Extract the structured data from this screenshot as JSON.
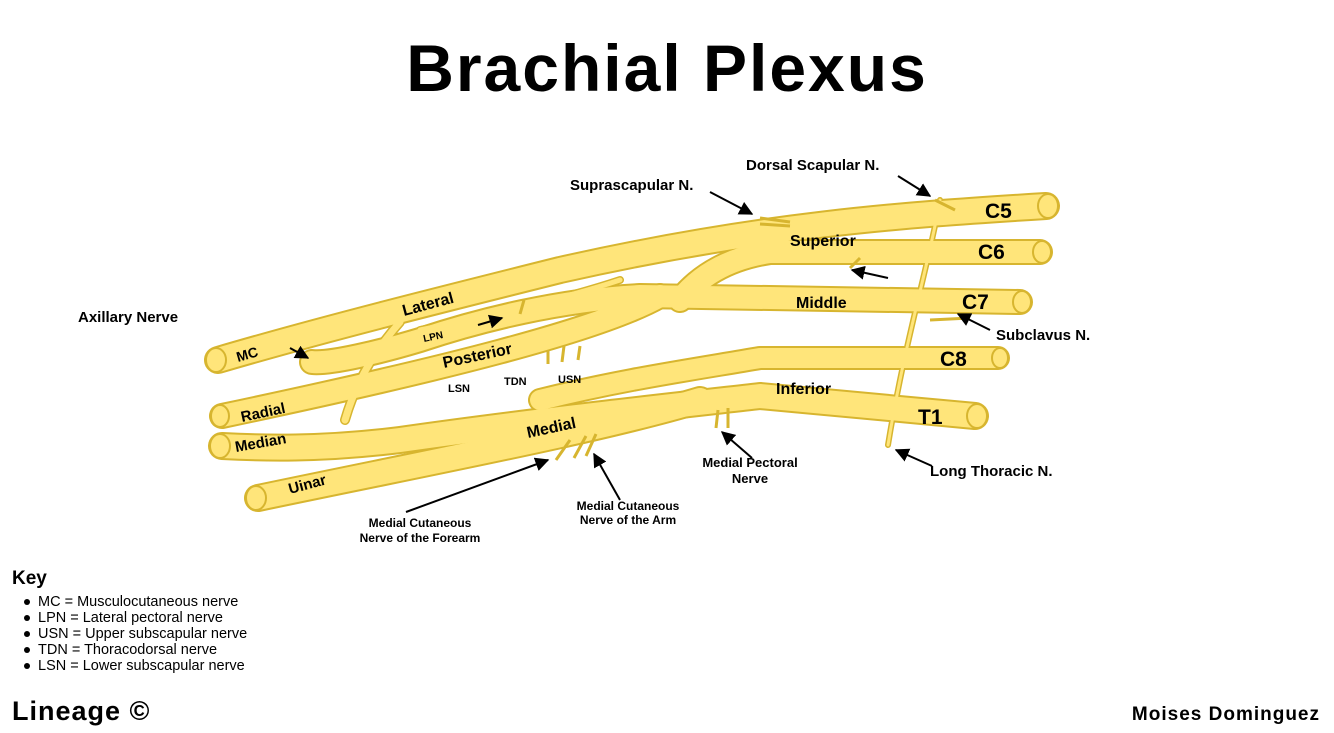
{
  "title": "Brachial Plexus",
  "colors": {
    "nerve": "#FFE57A",
    "nerve_outline": "#D7B52F"
  },
  "roots": [
    "C5",
    "C6",
    "C7",
    "C8",
    "T1"
  ],
  "trunks": {
    "superior": "Superior",
    "middle": "Middle",
    "inferior": "Inferior"
  },
  "cords": {
    "lateral": "Lateral",
    "posterior": "Posterior",
    "medial": "Medial"
  },
  "terminal_branches": {
    "mc": "MC",
    "radial": "Radial",
    "median": "Median",
    "ulnar": "Uinar"
  },
  "small_branches": {
    "lpn": "LPN",
    "lsn": "LSN",
    "tdn": "TDN",
    "usn": "USN"
  },
  "named_nerves": {
    "dorsal_scapular": "Dorsal Scapular N.",
    "suprascapular": "Suprascapular N.",
    "axillary": "Axillary Nerve",
    "subclavus": "Subclavus N.",
    "long_thoracic": "Long Thoracic N.",
    "medial_pectoral_1": "Medial Pectoral",
    "medial_pectoral_2": "Nerve",
    "mcn_arm_1": "Medial Cutaneous",
    "mcn_arm_2": "Nerve of the Arm",
    "mcn_forearm_1": "Medial Cutaneous",
    "mcn_forearm_2": "Nerve of the Forearm"
  },
  "key": {
    "title": "Key",
    "items": [
      "MC = Musculocutaneous nerve",
      "LPN = Lateral pectoral nerve",
      "USN = Upper subscapular nerve",
      "TDN = Thoracodorsal nerve",
      "LSN = Lower subscapular nerve"
    ]
  },
  "brand": "Lineage ©",
  "credit": "Moises Dominguez"
}
